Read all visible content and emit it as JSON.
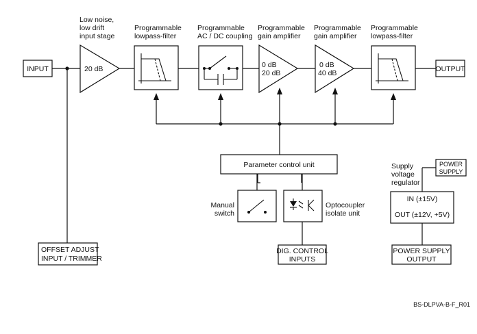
{
  "blocks": {
    "input": "INPUT",
    "output": "OUTPUT",
    "input_stage": {
      "caption": [
        "Low noise,",
        "low drift",
        "input stage"
      ],
      "gain": "20 dB"
    },
    "lowpass_1": {
      "caption": [
        "Programmable",
        "lowpass-filter"
      ]
    },
    "coupling": {
      "caption": [
        "Programmable",
        "AC / DC coupling"
      ]
    },
    "gain_amp_1": {
      "caption": [
        "Programmable",
        "gain amplifier"
      ],
      "gain_top": "0 dB",
      "gain_bottom": "20 dB"
    },
    "gain_amp_2": {
      "caption": [
        "Programmable",
        "gain amplifier"
      ],
      "gain_top": "0 dB",
      "gain_bottom": "40 dB"
    },
    "lowpass_2": {
      "caption": [
        "Programmable",
        "lowpass-filter"
      ]
    },
    "parameter_control": "Parameter control unit",
    "manual_switch": [
      "Manual",
      "switch"
    ],
    "optocoupler": [
      "Optocoupler",
      "isolate unit"
    ],
    "offset_adjust": [
      "OFFSET ADJUST",
      "INPUT / TRIMMER"
    ],
    "dig_control": [
      "DIG. CONTROL",
      "INPUTS"
    ],
    "power_supply": [
      "POWER",
      "SUPPLY"
    ],
    "regulator_caption": [
      "Supply",
      "voltage",
      "regulator"
    ],
    "regulator_in": "IN (±15V)",
    "regulator_out": "OUT (±12V, +5V)",
    "power_supply_output": [
      "POWER SUPPLY",
      "OUTPUT"
    ]
  },
  "footer_code": "BS-DLPVA-B-F_R01"
}
